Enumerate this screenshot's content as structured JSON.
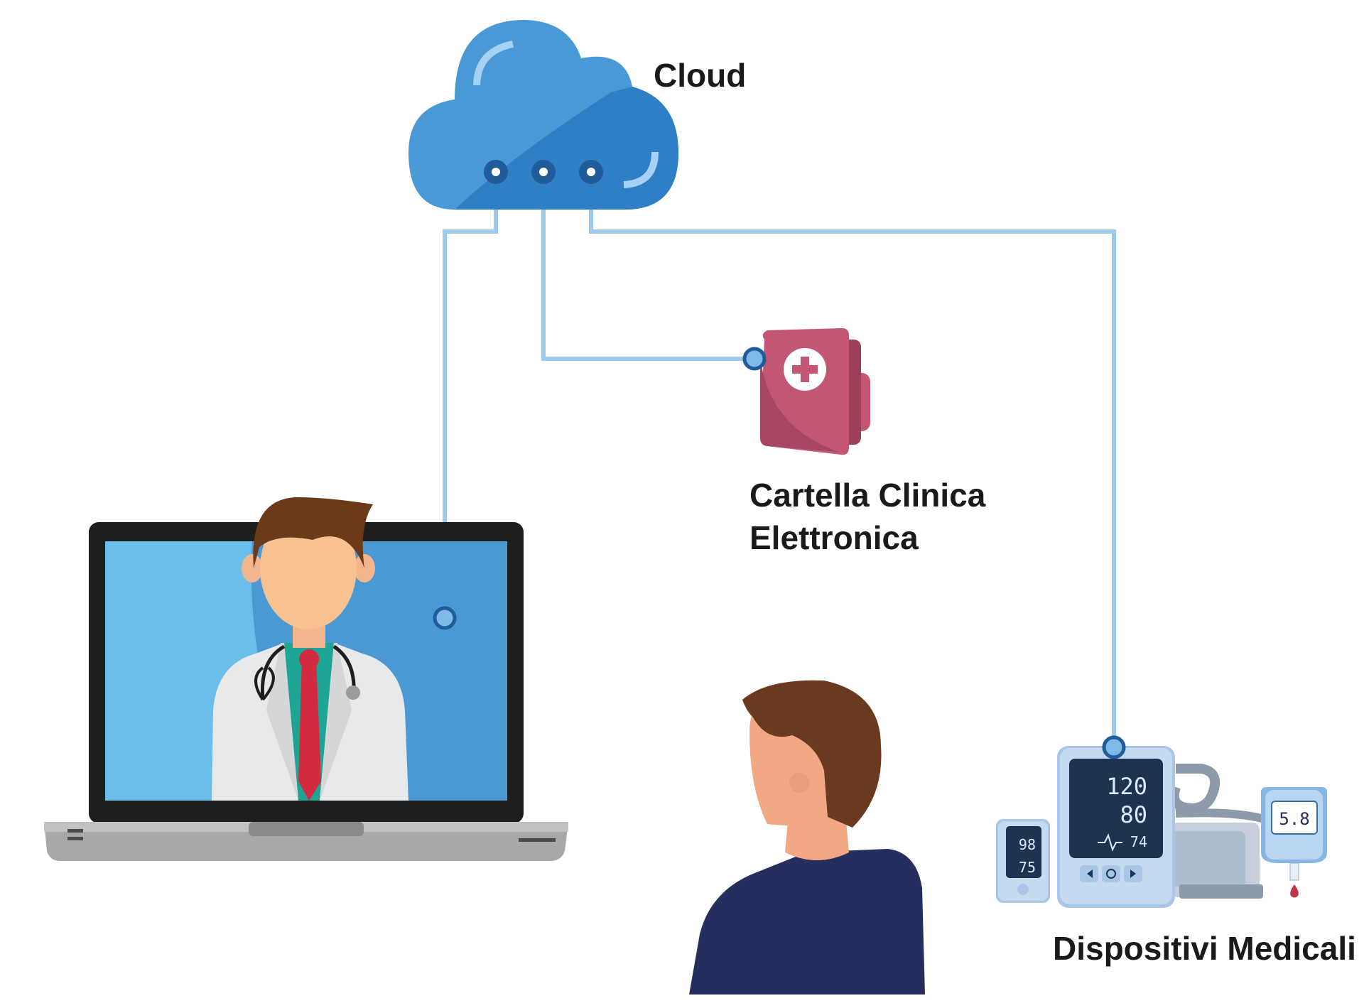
{
  "labels": {
    "cloud": "Cloud",
    "record_line1": "Cartella Clinica",
    "record_line2": "Elettronica",
    "devices": "Dispositivi Medicali"
  },
  "devices": {
    "bp_monitor": {
      "systolic": "120",
      "diastolic": "80",
      "pulse": "74"
    },
    "oximeter": {
      "spo2": "98",
      "pulse": "75"
    },
    "glucometer": {
      "reading": "5.8"
    }
  },
  "colors": {
    "connector": "#9ecbec",
    "cloud": "#3b8ed4",
    "record": "#c35673",
    "screen": "#6cbde9",
    "patient_shirt": "#252e5c"
  }
}
